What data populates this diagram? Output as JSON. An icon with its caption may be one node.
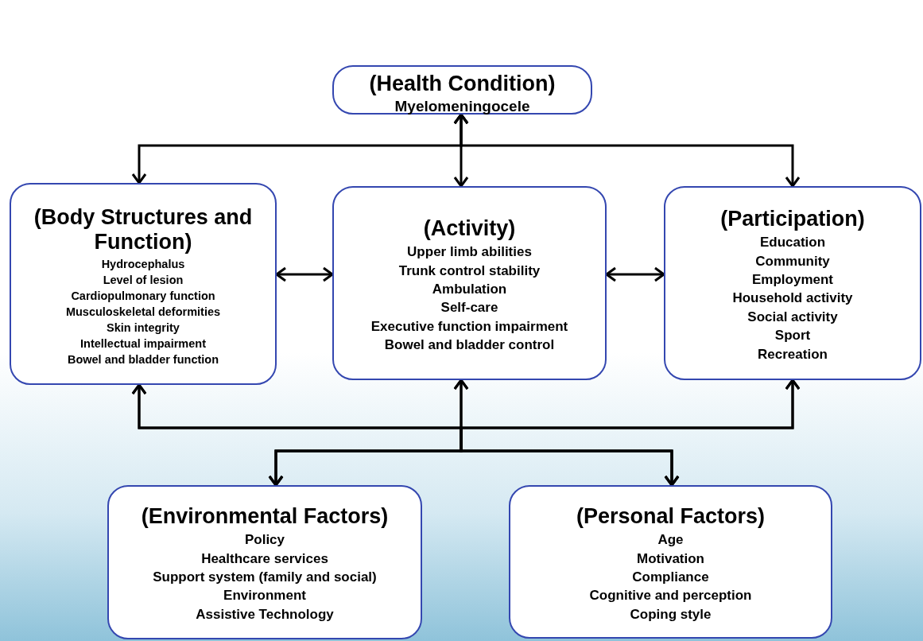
{
  "diagram": {
    "nodes": [
      {
        "text": [
          "(Health Condition)",
          "Myelomeningocele"
        ]
      },
      {
        "text": [
          "(Body Structures and Function)",
          "Hydrocephalus",
          "Level of lesion",
          "Cardiopulmonary function",
          "Musculoskeletal deformities",
          "Skin integrity",
          "Intellectual impairment",
          "Bowel and bladder function"
        ]
      },
      {
        "text": [
          "(Activity)",
          "Upper limb abilities",
          "Trunk control stability",
          "Ambulation",
          "Self-care",
          "Executive function impairment",
          "Bowel and bladder control"
        ]
      },
      {
        "text": [
          "(Participation)",
          "Education",
          "Community",
          "Employment",
          "Household activity",
          "Social activity",
          "Sport",
          "Recreation"
        ]
      },
      {
        "text": [
          "(Environmental Factors)",
          "Policy",
          "Healthcare services",
          "Support system (family and social)",
          "Environment",
          "Assistive Technology"
        ]
      },
      {
        "text": [
          "(Personal Factors)",
          "Age",
          "Motivation",
          "Compliance",
          "Cognitive and perception",
          "Coping style"
        ]
      }
    ],
    "edges": [
      {
        "from": 0,
        "to": 1,
        "arrow": "both"
      },
      {
        "from": 0,
        "to": 2,
        "arrow": "both"
      },
      {
        "from": 0,
        "to": 3,
        "arrow": "both"
      },
      {
        "from": 1,
        "to": 2,
        "arrow": "both"
      },
      {
        "from": 2,
        "to": 3,
        "arrow": "both"
      },
      {
        "from": 4,
        "to": 1,
        "arrow": "both"
      },
      {
        "from": 4,
        "to": 2,
        "arrow": "both"
      },
      {
        "from": 4,
        "to": 3,
        "arrow": "both"
      },
      {
        "from": 5,
        "to": 1,
        "arrow": "both"
      },
      {
        "from": 5,
        "to": 2,
        "arrow": "both"
      },
      {
        "from": 5,
        "to": 3,
        "arrow": "both"
      }
    ]
  }
}
